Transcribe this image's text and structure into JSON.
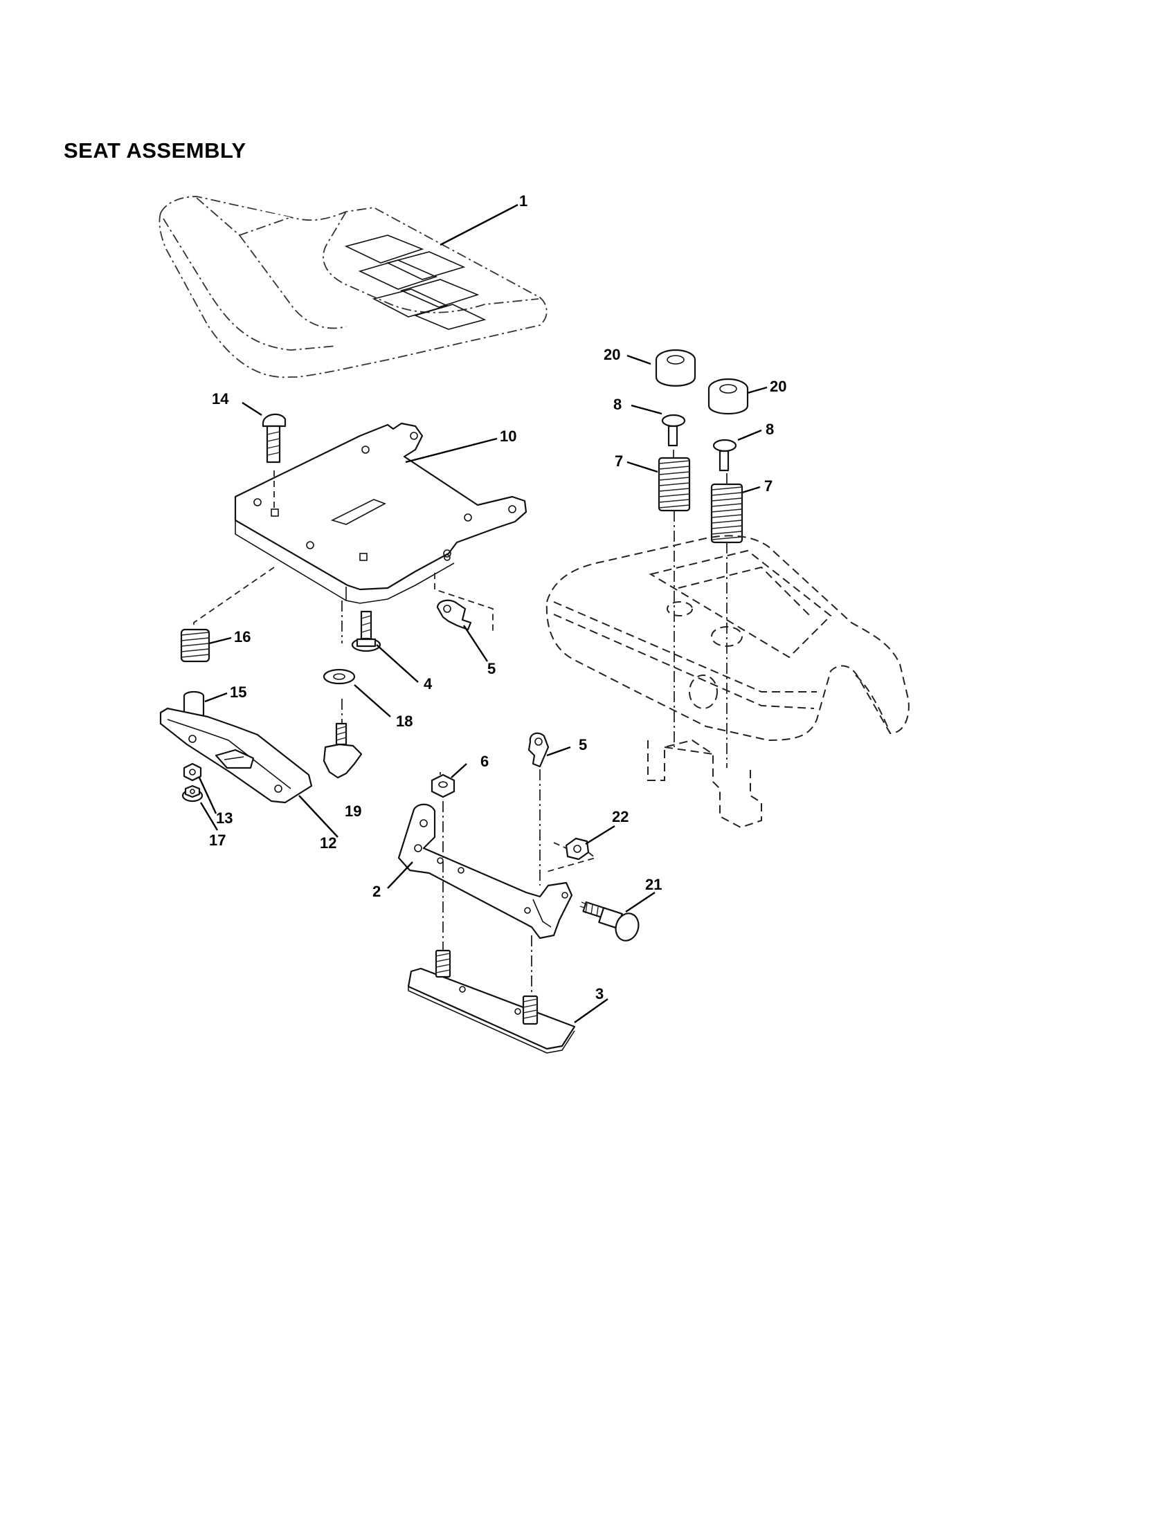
{
  "title": "SEAT ASSEMBLY",
  "callouts": [
    {
      "id": "c1",
      "label": "1"
    },
    {
      "id": "c20a",
      "label": "20"
    },
    {
      "id": "c20b",
      "label": "20"
    },
    {
      "id": "c14",
      "label": "14"
    },
    {
      "id": "c10",
      "label": "10"
    },
    {
      "id": "c8a",
      "label": "8"
    },
    {
      "id": "c8b",
      "label": "8"
    },
    {
      "id": "c7a",
      "label": "7"
    },
    {
      "id": "c7b",
      "label": "7"
    },
    {
      "id": "c16",
      "label": "16"
    },
    {
      "id": "c5a",
      "label": "5"
    },
    {
      "id": "c4",
      "label": "4"
    },
    {
      "id": "c15",
      "label": "15"
    },
    {
      "id": "c18",
      "label": "18"
    },
    {
      "id": "c6",
      "label": "6"
    },
    {
      "id": "c5b",
      "label": "5"
    },
    {
      "id": "c19",
      "label": "19"
    },
    {
      "id": "c13",
      "label": "13"
    },
    {
      "id": "c12",
      "label": "12"
    },
    {
      "id": "c17",
      "label": "17"
    },
    {
      "id": "c22",
      "label": "22"
    },
    {
      "id": "c2",
      "label": "2"
    },
    {
      "id": "c21",
      "label": "21"
    },
    {
      "id": "c3",
      "label": "3"
    }
  ]
}
